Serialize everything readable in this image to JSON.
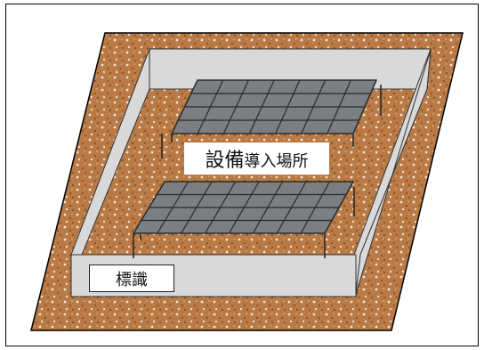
{
  "diagram": {
    "area_label_large": "設備",
    "area_label_small": "導入場所",
    "sign_label": "標識"
  },
  "colors": {
    "ground": "#b97a45",
    "fence": "#d9d9d9",
    "panel": "#7b7e82",
    "panel_grid": "#2a2a2a"
  }
}
